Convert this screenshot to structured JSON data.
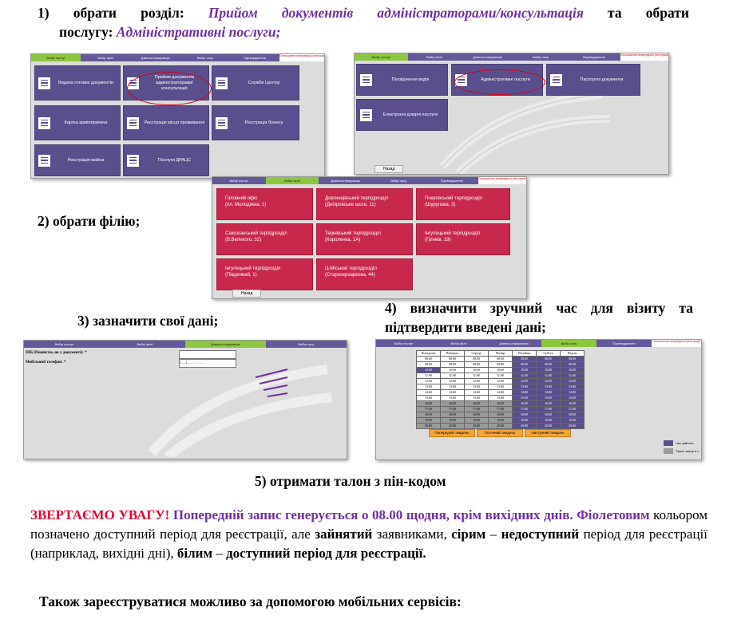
{
  "step1": {
    "prefix": "1) обрати розділ: ",
    "section": "Прийом документів адміністраторами/консультація",
    "mid": " та обрати",
    "line2": "послугу: ",
    "service": "Адміністративні послуги;"
  },
  "step2": "2) обрати філію;",
  "step3": "3) зазначити свої дані;",
  "step4": {
    "line1": "4) визначити зручний час для візиту та",
    "line2": "підтвердити введені дані;"
  },
  "step5": "5) отримати талон з пін-кодом",
  "nav": {
    "tab1": "Вибір послуг",
    "tab2": "Вибір філії",
    "tab3": "Дзвінок-інформація",
    "tab4": "Вибір часу",
    "tab5": "Підтвердження",
    "alert": "Оголошення попередньої реєстрації"
  },
  "shot1": {
    "tiles": [
      "Видача готових документів",
      "Прийом документів адміністраторами/ консультація",
      "Служби Центру",
      "Картка кривоприхача",
      "Реєстрація місця проживання",
      "Реєстрація бізнесу",
      "Реєстрація майна",
      "Послуги ДРАЦС"
    ]
  },
  "shot2": {
    "tiles": [
      "Посвідчення водія",
      "Адміністративні послуги",
      "Паспортні документи",
      "Електронні довірчі послуги"
    ],
    "back": "Назад"
  },
  "shot3": {
    "branches": [
      {
        "name": "Головний офіс",
        "addr": "(пл. Молодіжна, 1)"
      },
      {
        "name": "Довгинцівський терпідрозділ",
        "addr": "(Дніпровське шосе, 11)"
      },
      {
        "name": "Покровський терпідрозділ",
        "addr": "(Шурупова, 2)"
      },
      {
        "name": "Саксаганський терпідрозділ",
        "addr": "(В.Великого, 32)"
      },
      {
        "name": "Тернівський терпідрозділ",
        "addr": "(Короленка, 1А)"
      },
      {
        "name": "Інгулецький терпідрозділ",
        "addr": "(Грінвів, 19)"
      },
      {
        "name": "Інгулецький терпідрозділ",
        "addr": "(Південний, 1)"
      },
      {
        "name": "Ц-Міський терпідрозділ",
        "addr": "(Староокрнаркова, 44)"
      }
    ],
    "back": "Назад"
  },
  "shot4": {
    "pib_label": "ПІБ (Повністю, як у документі): *",
    "phone_label": "Мобільний телефон: *",
    "phone_mask": "(__)___-__-__"
  },
  "shot5": {
    "days": [
      "Понеділок",
      "Вівторок",
      "Середа",
      "Четвер",
      "П'ятниця",
      "Субота",
      "Неділя"
    ],
    "times": [
      "08:00",
      "09:00",
      "10:00",
      "11:00",
      "12:00",
      "13:00",
      "14:00",
      "15:00",
      "16:00",
      "17:00",
      "18:00",
      "19:00",
      "20:00"
    ],
    "buttons": [
      "Попередній тиждень",
      "Поточний тиждень",
      "Наступний тиждень"
    ],
    "legend": [
      "Час зайнято",
      "Такин, місце в ч"
    ]
  },
  "notice": {
    "p1_red": "ЗВЕРТАЄМО УВАГУ!",
    "p1_purple": "Попередній запис генерується о 08.00 щодня, крім вихідних днів.",
    "bold_violet": "Фіолетовим",
    "t1": " кольором позначено доступний період для реєстрації, але ",
    "bold_busy": "зайнятий",
    "t2": " заявниками, ",
    "bold_grey": "сірим",
    "t3": " – ",
    "bold_unavail": "недоступний",
    "t4": " період для реєстрації (наприклад, вихідні дні), ",
    "bold_white": "білим",
    "t5": " – ",
    "bold_avail": "доступний період для реєстрації."
  },
  "mobile": "Також зареєструватися можливо за допомогою мобільних сервісів:"
}
